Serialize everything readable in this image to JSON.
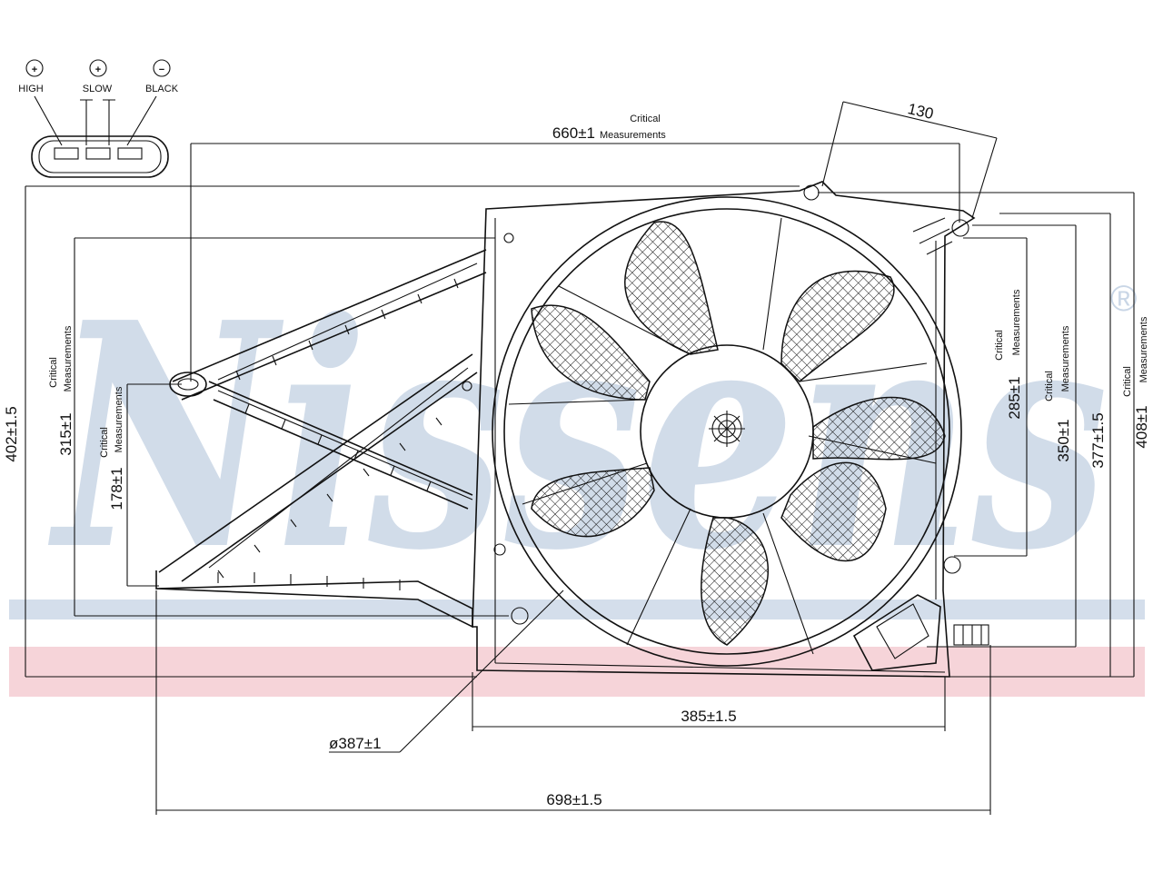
{
  "watermark": {
    "brand": "Nissens",
    "registered": "®",
    "band_colors": [
      "#c9d6e6",
      "#f4c9cf"
    ]
  },
  "connector": {
    "pins": [
      {
        "symbol": "+",
        "label": "HIGH"
      },
      {
        "symbol": "+",
        "label": "SLOW"
      },
      {
        "symbol": "−",
        "label": "BLACK"
      }
    ]
  },
  "dimensions": {
    "top_width": {
      "value": "660±1",
      "note_line1": "Critical",
      "note_line2": "Measurements"
    },
    "offset": "130",
    "left_height": "402±1.5",
    "left_critical": {
      "value": "315±1",
      "note_line1": "Critical",
      "note_line2": "Measurements"
    },
    "left_critical_2": {
      "value": "178±1",
      "note_line1": "Critical",
      "note_line2": "Measurements"
    },
    "right_critical_1": {
      "value": "285±1",
      "note_line1": "Critical",
      "note_line2": "Measurements"
    },
    "right_critical_2": {
      "value": "350±1",
      "note_line1": "Critical",
      "note_line2": "Measurements"
    },
    "right_height": "377±1.5",
    "right_critical_3": {
      "value": "408±1",
      "note_line1": "Critical",
      "note_line2": "Measurements"
    },
    "shroud_width": "385±1.5",
    "fan_diameter": "ø387±1",
    "overall_width": "698±1.5"
  }
}
